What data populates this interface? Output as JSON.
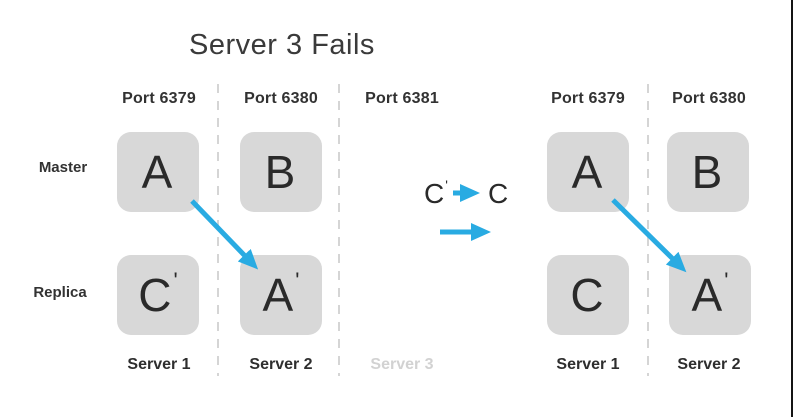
{
  "title": "Server 3 Fails",
  "colors": {
    "arrow_blue": "#29abe2",
    "box_fill": "#d8d8d8",
    "text_dark": "#323232",
    "muted_server_label": "#d2d2d2",
    "dashed_divider": "#d5d5d5",
    "right_edge_line": "#141414"
  },
  "left_diagram": {
    "port_labels": [
      "Port 6379",
      "Port 6380",
      "Port 6381"
    ],
    "row_labels": {
      "master": "Master",
      "replica": "Replica"
    },
    "master_boxes": [
      {
        "letter": "A",
        "prime": ""
      },
      {
        "letter": "B",
        "prime": ""
      }
    ],
    "replica_boxes": [
      {
        "letter": "C",
        "prime": "'"
      },
      {
        "letter": "A",
        "prime": "'"
      }
    ],
    "server_labels": [
      "Server 1",
      "Server 2",
      "Server 3"
    ],
    "failed_server": "Server 3"
  },
  "transition": {
    "from_letter": "C",
    "from_prime": "'",
    "to_letter": "C",
    "to_prime": ""
  },
  "right_diagram": {
    "port_labels": [
      "Port 6379",
      "Port 6380"
    ],
    "master_boxes": [
      {
        "letter": "A",
        "prime": ""
      },
      {
        "letter": "B",
        "prime": ""
      }
    ],
    "replica_boxes": [
      {
        "letter": "C",
        "prime": ""
      },
      {
        "letter": "A",
        "prime": "'"
      }
    ],
    "server_labels": [
      "Server 1",
      "Server 2"
    ]
  }
}
